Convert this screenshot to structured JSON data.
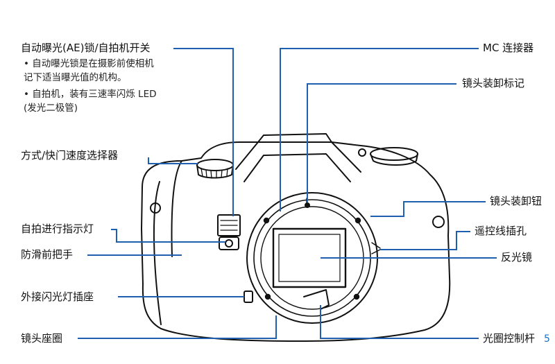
{
  "left_labels": {
    "ae_lock": "自动曝光(AE)锁/自拍机开关",
    "mode_dial": "方式/快门速度选择器",
    "self_timer_lamp": "自拍进行指示灯",
    "grip": "防滑前把手",
    "flash_socket": "外接闪光灯插座",
    "lens_mount": "镜头座圈"
  },
  "ae_notes": {
    "line1": "• 自动曝光锁是在摄影前使相机",
    "line2": "  记下适当曝光值的机构。",
    "line3": "• 自拍机，装有三速率闪烁 LED",
    "line4": "  (发光二极管)"
  },
  "right_labels": {
    "mc_connector": "MC 连接器",
    "mount_mark": "镜头装卸标记",
    "release_button": "镜头装卸钮",
    "remote_socket": "遥控线插孔",
    "mirror": "反光镜",
    "aperture_lever": "光圈控制杆"
  },
  "page_number": "5",
  "colors": {
    "leader_line": "#1f5fb0",
    "page_number": "#1d6fc2"
  }
}
